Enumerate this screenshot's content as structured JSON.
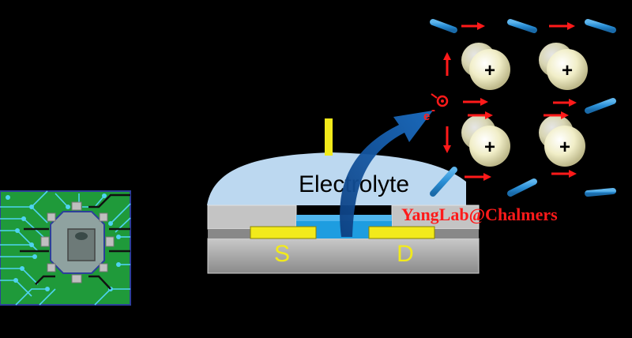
{
  "device": {
    "electrolyte_label": "Electrolyte",
    "source_label": "S",
    "drain_label": "D"
  },
  "lattice": {
    "cation_symbol": "+",
    "electron_label": "e",
    "electron_superscript": "-"
  },
  "watermark": {
    "text": "YangLab@Chalmers"
  },
  "colors": {
    "background": "#000000",
    "electrolyte": "#bcd8f0",
    "channel": "#1e9de0",
    "electrode": "#f2ea1b",
    "substrate": "#a8a8a8",
    "frame": "#2a8fd6",
    "arrow_red": "#ff1a1a",
    "pcb_green": "#1f9a3a",
    "watermark": "#ff1a1a"
  }
}
